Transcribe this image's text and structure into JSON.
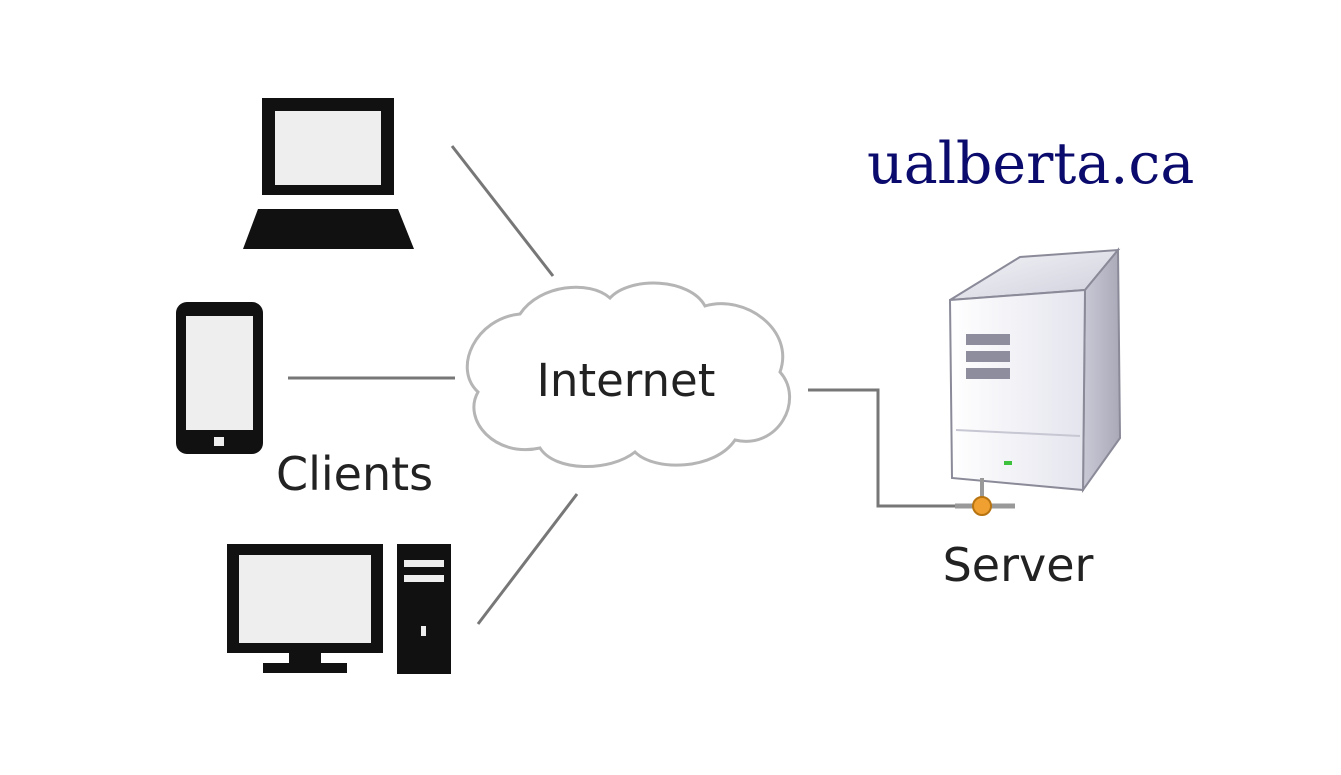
{
  "diagram": {
    "domain_label": "ualberta.ca",
    "cloud_label": "Internet",
    "clients_label": "Clients",
    "server_label": "Server"
  },
  "nodes": [
    {
      "id": "laptop",
      "icon": "laptop-icon"
    },
    {
      "id": "phone",
      "icon": "smartphone-icon"
    },
    {
      "id": "desktop",
      "icon": "desktop-computer-icon"
    },
    {
      "id": "internet",
      "icon": "cloud-icon"
    },
    {
      "id": "server",
      "icon": "server-tower-icon"
    }
  ],
  "connections": [
    {
      "from": "laptop",
      "to": "internet"
    },
    {
      "from": "phone",
      "to": "internet"
    },
    {
      "from": "desktop",
      "to": "internet"
    },
    {
      "from": "internet",
      "to": "server"
    }
  ],
  "colors": {
    "domain_text": "#0b0b6e",
    "icon_fill": "#111111",
    "screen_fill": "#eeeeee",
    "line": "#777777",
    "connector": "#f0a030"
  }
}
